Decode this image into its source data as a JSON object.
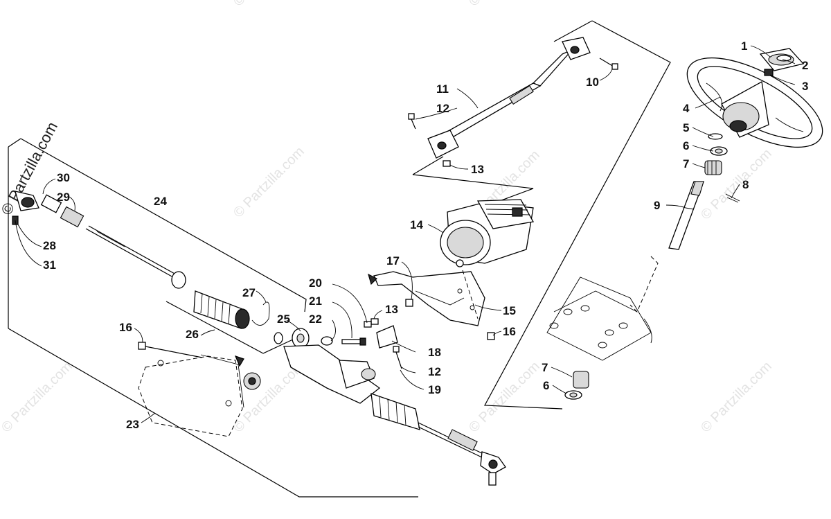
{
  "watermark": {
    "main_text": "© Partzilla.com",
    "tile_text": "© Partzilla.com"
  },
  "callouts": [
    {
      "id": "c1",
      "label": "1"
    },
    {
      "id": "c2",
      "label": "2"
    },
    {
      "id": "c3",
      "label": "3"
    },
    {
      "id": "c4",
      "label": "4"
    },
    {
      "id": "c5",
      "label": "5"
    },
    {
      "id": "c6a",
      "label": "6"
    },
    {
      "id": "c7a",
      "label": "7"
    },
    {
      "id": "c8",
      "label": "8"
    },
    {
      "id": "c9",
      "label": "9"
    },
    {
      "id": "c10",
      "label": "10"
    },
    {
      "id": "c11",
      "label": "11"
    },
    {
      "id": "c12a",
      "label": "12"
    },
    {
      "id": "c13a",
      "label": "13"
    },
    {
      "id": "c14",
      "label": "14"
    },
    {
      "id": "c15",
      "label": "15"
    },
    {
      "id": "c16a",
      "label": "16"
    },
    {
      "id": "c17",
      "label": "17"
    },
    {
      "id": "c13b",
      "label": "13"
    },
    {
      "id": "c18",
      "label": "18"
    },
    {
      "id": "c12b",
      "label": "12"
    },
    {
      "id": "c19",
      "label": "19"
    },
    {
      "id": "c20",
      "label": "20"
    },
    {
      "id": "c21",
      "label": "21"
    },
    {
      "id": "c22",
      "label": "22"
    },
    {
      "id": "c16b",
      "label": "16"
    },
    {
      "id": "c23",
      "label": "23"
    },
    {
      "id": "c24",
      "label": "24"
    },
    {
      "id": "c25",
      "label": "25"
    },
    {
      "id": "c26",
      "label": "26"
    },
    {
      "id": "c27",
      "label": "27"
    },
    {
      "id": "c28",
      "label": "28"
    },
    {
      "id": "c29",
      "label": "29"
    },
    {
      "id": "c30",
      "label": "30"
    },
    {
      "id": "c31",
      "label": "31"
    },
    {
      "id": "c7b",
      "label": "7"
    },
    {
      "id": "c6b",
      "label": "6"
    }
  ]
}
